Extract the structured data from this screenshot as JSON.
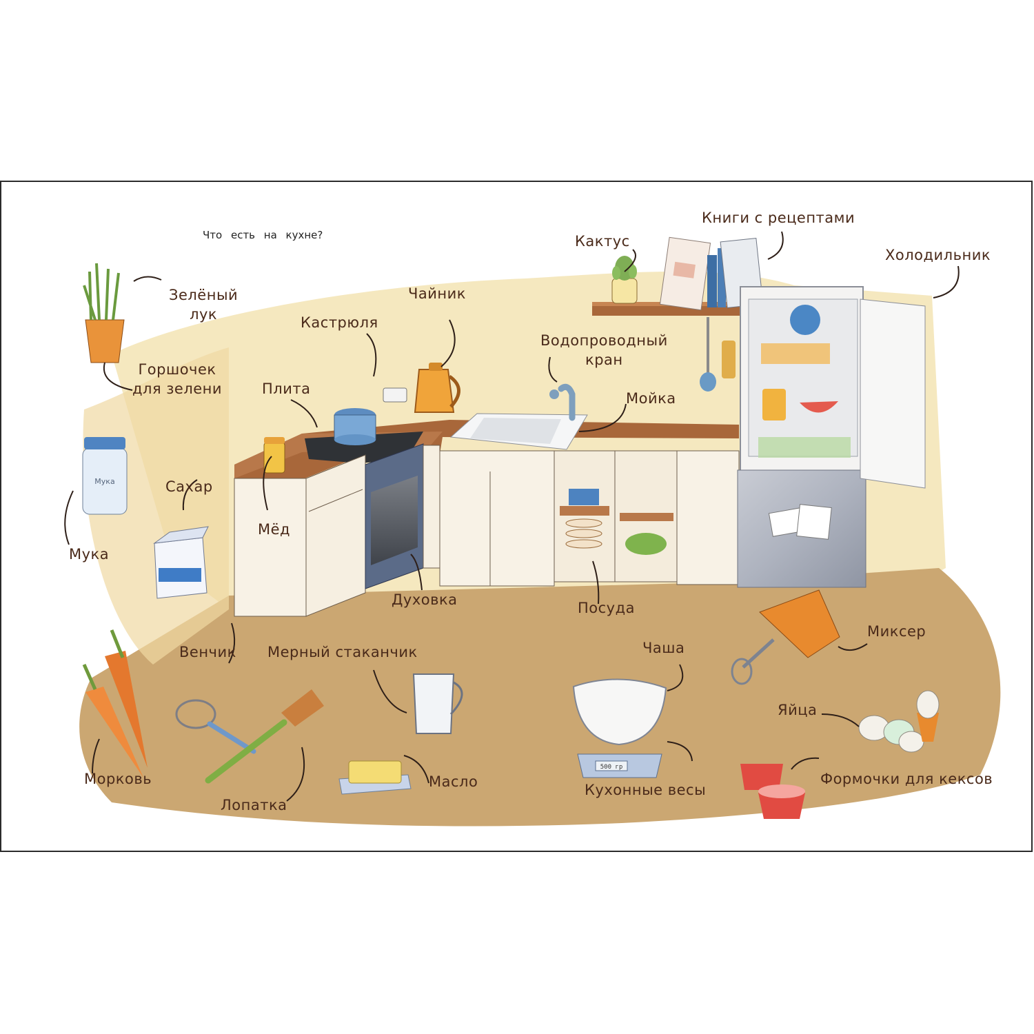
{
  "page": {
    "title": "Что есть на кухне?"
  },
  "labels": {
    "green_onion_1": "Зелёный",
    "green_onion_2": "лук",
    "pot_for_greens_1": "Горшочек",
    "pot_for_greens_2": "для зелени",
    "saucepan": "Кастрюля",
    "kettle": "Чайник",
    "stove": "Плита",
    "faucet_1": "Водопроводный",
    "faucet_2": "кран",
    "sink": "Мойка",
    "cactus": "Кактус",
    "recipe_books": "Книги с рецептами",
    "fridge": "Холодильник",
    "flour": "Мука",
    "sugar": "Сахар",
    "honey": "Мёд",
    "oven": "Духовка",
    "dishes": "Посуда",
    "mixer": "Миксер",
    "whisk": "Венчик",
    "measuring_cup": "Мерный стаканчик",
    "bowl": "Чаша",
    "eggs": "Яйца",
    "carrot": "Морковь",
    "spatula": "Лопатка",
    "butter": "Масло",
    "kitchen_scale": "Кухонные весы",
    "cupcake_molds": "Формочки для кексов"
  },
  "illustration": {
    "flour_jar_label": "Мука",
    "scale_readout": "500 гр"
  },
  "colors": {
    "label_text": "#4a2a1a",
    "wall": "#f3e3b3",
    "floor": "#c9a56c",
    "countertop": "#a8673a",
    "cabinet": "#f8f2e6",
    "fridge": "#f4f3f2"
  }
}
